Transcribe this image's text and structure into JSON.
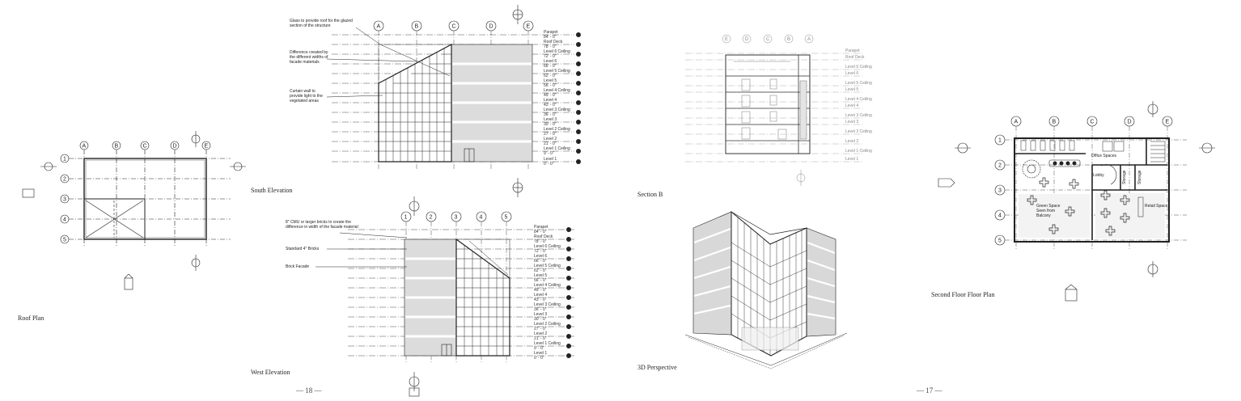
{
  "left_page": {
    "page_number": "18",
    "captions": {
      "roof_plan": "Roof Plan",
      "south_elevation": "South Elevation",
      "west_elevation": "West Elevation"
    },
    "south_notes": [
      "Glass to provide roof for the glazed section of the structure",
      "Difference created by the different widths of facade materials",
      "Curtain wall to provide light to the vegetated areas"
    ],
    "west_notes": [
      "8\" CMU or larger bricks to create the difference in width of the facade material",
      "Standard 4\" Bricks",
      "Brick Facade"
    ],
    "grid_letters": [
      "A",
      "B",
      "C",
      "D",
      "E"
    ],
    "grid_numbers": [
      "1",
      "2",
      "3",
      "4",
      "5"
    ],
    "levels": [
      "Parapet",
      "Roof Deck",
      "Level 6 Ceiling",
      "Level 6",
      "Level 5 Ceiling",
      "Level 5",
      "Level 4 Ceiling",
      "Level 4",
      "Level 3 Ceiling",
      "Level 3",
      "Level 2 Ceiling",
      "Level 2",
      "Level 1 Ceiling",
      "Level 1"
    ],
    "elevations": [
      "84' - 0\"",
      "78' - 0\"",
      "72' - 0\"",
      "66' - 0\"",
      "62' - 0\"",
      "56' - 0\"",
      "49' - 0\"",
      "43' - 0\"",
      "36' - 0\"",
      "30' - 0\"",
      "27' - 0\"",
      "21' - 0\"",
      "9' - 0\"",
      "0' - 0\""
    ]
  },
  "right_page": {
    "page_number": "17",
    "captions": {
      "section_b": "Section B",
      "perspective": "3D Perspective",
      "second_floor": "Second Floor Floor Plan"
    },
    "rooms": {
      "office": "Office Spaces",
      "lobby": "Lobby",
      "storage1": "Storage",
      "storage2": "Storage",
      "retail": "Retail Space",
      "green": "Green Space Seen from Balcony"
    }
  }
}
